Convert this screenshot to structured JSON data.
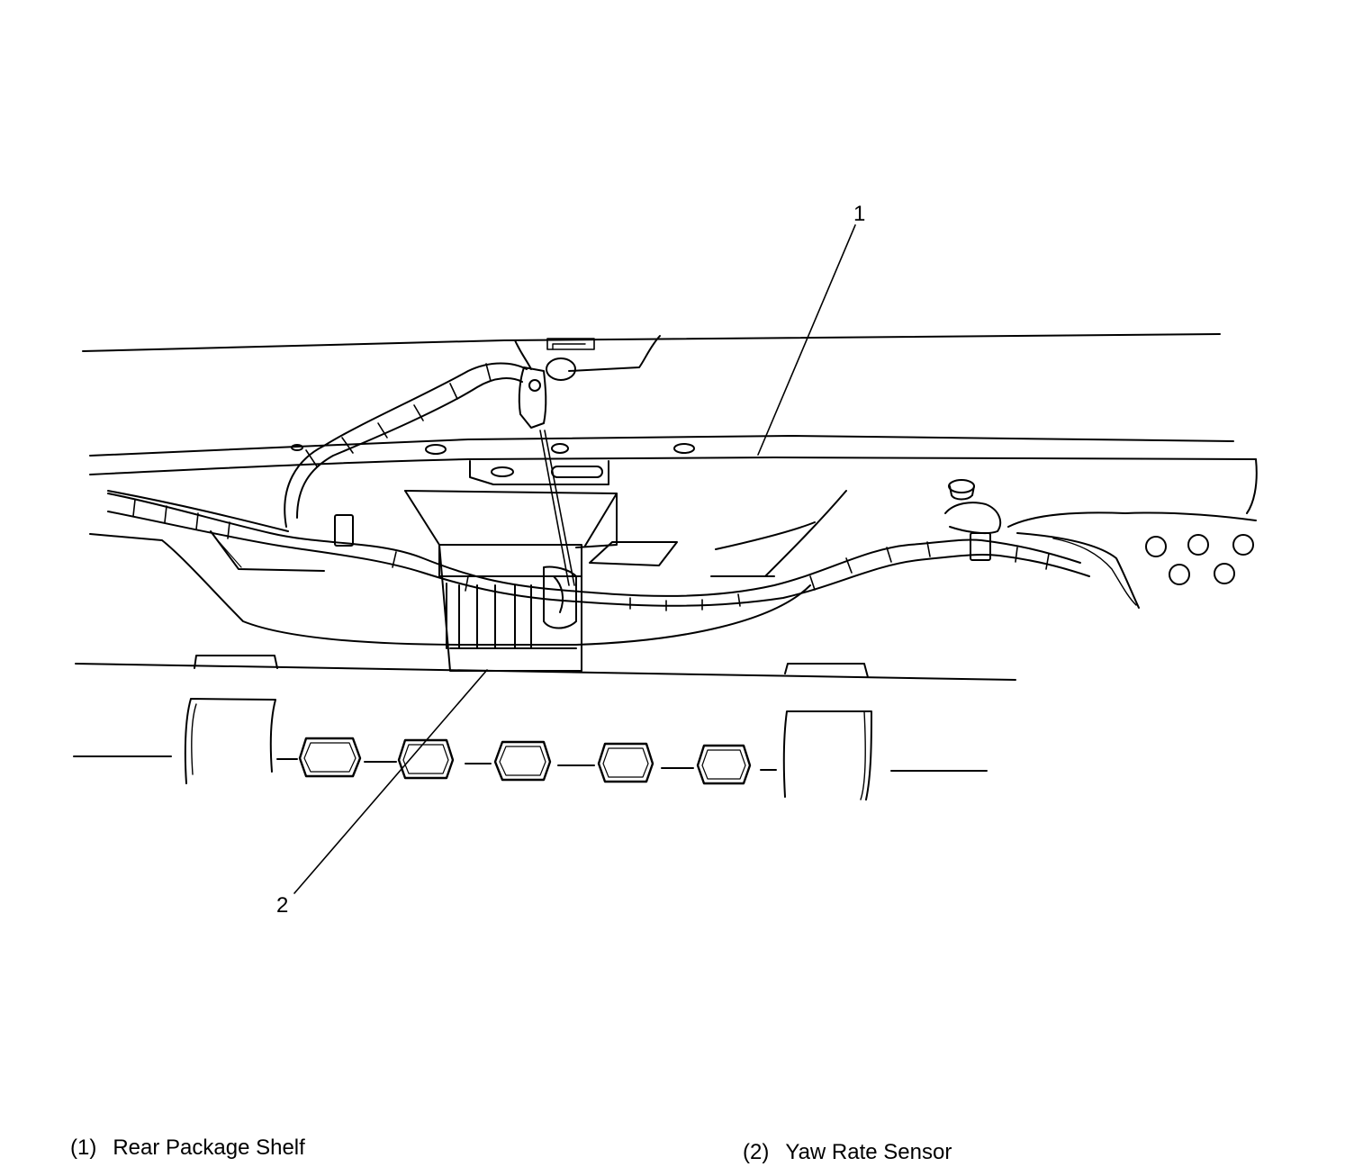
{
  "callouts": [
    {
      "number": "1",
      "label": "Rear Package Shelf"
    },
    {
      "number": "2",
      "label": "Yaw Rate Sensor"
    }
  ],
  "legend": [
    {
      "number": "(1)",
      "label": "Rear Package Shelf"
    },
    {
      "number": "(2)",
      "label": "Yaw Rate Sensor"
    }
  ],
  "colors": {
    "line": "#000000",
    "background": "#ffffff"
  }
}
